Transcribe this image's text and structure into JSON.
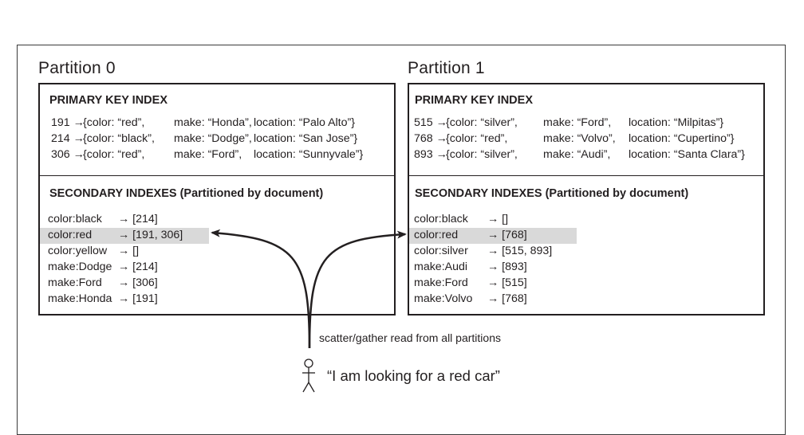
{
  "partitions": [
    {
      "title": "Partition 0",
      "primary_heading": "PRIMARY KEY INDEX",
      "primary_rows": [
        {
          "key": "191 →",
          "color": "{color: “red”,",
          "make": "make: “Honda”,",
          "location": "location: “Palo Alto”}"
        },
        {
          "key": "214 →",
          "color": "{color: “black”,",
          "make": "make: “Dodge”,",
          "location": "location: “San Jose”}"
        },
        {
          "key": "306 →",
          "color": "{color: “red”,",
          "make": "make: “Ford”,",
          "location": "location: “Sunnyvale”}"
        }
      ],
      "secondary_heading": "SECONDARY INDEXES (Partitioned by document)",
      "secondary_rows": [
        {
          "term": "color:black",
          "ids": "→ [214]",
          "highlighted": false
        },
        {
          "term": "color:red",
          "ids": "→ [191, 306]",
          "highlighted": true
        },
        {
          "term": "color:yellow",
          "ids": "→ []",
          "highlighted": false
        },
        {
          "term": "make:Dodge",
          "ids": "→ [214]",
          "highlighted": false
        },
        {
          "term": "make:Ford",
          "ids": "→ [306]",
          "highlighted": false
        },
        {
          "term": "make:Honda",
          "ids": "→ [191]",
          "highlighted": false
        }
      ]
    },
    {
      "title": "Partition 1",
      "primary_heading": "PRIMARY KEY INDEX",
      "primary_rows": [
        {
          "key": "515 →",
          "color": "{color: “silver”,",
          "make": "make: “Ford”,",
          "location": "location: “Milpitas”}"
        },
        {
          "key": "768 →",
          "color": "{color: “red”,",
          "make": "make: “Volvo”,",
          "location": "location: “Cupertino”}"
        },
        {
          "key": "893 →",
          "color": "{color: “silver”,",
          "make": "make: “Audi”,",
          "location": "location: “Santa Clara”}"
        }
      ],
      "secondary_heading": "SECONDARY INDEXES (Partitioned by document)",
      "secondary_rows": [
        {
          "term": "color:black",
          "ids": "→ []",
          "highlighted": false
        },
        {
          "term": "color:red",
          "ids": "→ [768]",
          "highlighted": true
        },
        {
          "term": "color:silver",
          "ids": "→ [515, 893]",
          "highlighted": false
        },
        {
          "term": "make:Audi",
          "ids": "→ [893]",
          "highlighted": false
        },
        {
          "term": "make:Ford",
          "ids": "→ [515]",
          "highlighted": false
        },
        {
          "term": "make:Volvo",
          "ids": "→ [768]",
          "highlighted": false
        }
      ]
    }
  ],
  "caption": "scatter/gather read from all partitions",
  "user_quote": "“I am looking for a red car”",
  "colors": {
    "ink": "#231f20",
    "highlight": "#d9d9d9",
    "frame": "#3a3a3a"
  }
}
